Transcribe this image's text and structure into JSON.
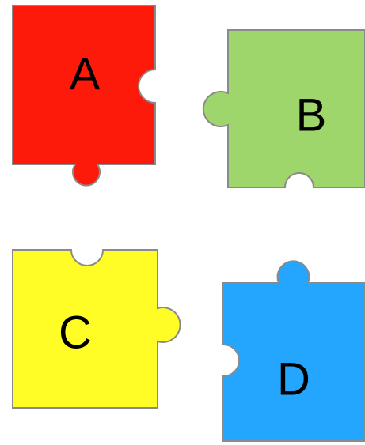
{
  "pieces": [
    {
      "id": "A",
      "label": "A",
      "color": "#fe1a0a",
      "outline": "#8a8a8a"
    },
    {
      "id": "B",
      "label": "B",
      "color": "#9ed66b",
      "outline": "#8a8a8a"
    },
    {
      "id": "C",
      "label": "C",
      "color": "#fffc26",
      "outline": "#8a8a8a"
    },
    {
      "id": "D",
      "label": "D",
      "color": "#24a6ff",
      "outline": "#8a8a8a"
    }
  ],
  "background": "#ffffff"
}
